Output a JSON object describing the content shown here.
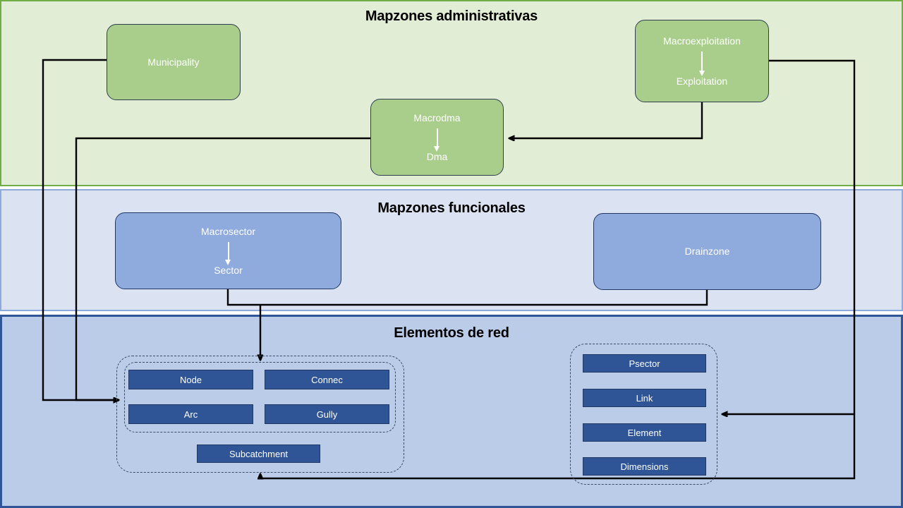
{
  "bands": [
    {
      "id": "admin",
      "title": "Mapzones administrativas",
      "fill": "#E2EDD5",
      "stroke": "#70AD47"
    },
    {
      "id": "func",
      "title": "Mapzones funcionales",
      "fill": "#DBE3F3",
      "stroke": "#8EAADB"
    },
    {
      "id": "net",
      "title": "Elementos de red",
      "fill": "#BACCE8",
      "stroke": "#2F5597"
    }
  ],
  "admin": {
    "title": "Mapzones administrativas",
    "boxes": [
      {
        "name": "municipality",
        "top": "Municipality",
        "bottom": "",
        "has_arrow": false
      },
      {
        "name": "macroexploitation",
        "top": "Macroexploitation",
        "bottom": "Exploitation",
        "has_arrow": true
      },
      {
        "name": "macrodma",
        "top": "Macrodma",
        "bottom": "Dma",
        "has_arrow": true
      }
    ]
  },
  "func": {
    "title": "Mapzones funcionales",
    "boxes": [
      {
        "name": "macrosector",
        "top": "Macrosector",
        "bottom": "Sector",
        "has_arrow": true
      },
      {
        "name": "drainzone",
        "top": "Drainzone",
        "bottom": "",
        "has_arrow": false
      }
    ]
  },
  "net": {
    "title": "Elementos de red",
    "left_group": {
      "name": "network-left-group",
      "inner_group_name": "network-core-group",
      "chips": [
        "Node",
        "Connec",
        "Arc",
        "Gully"
      ],
      "outside_chip": "Subcatchment"
    },
    "right_group": {
      "name": "network-right-group",
      "chips": [
        "Psector",
        "Link",
        "Element",
        "Dimensions"
      ]
    }
  },
  "colors": {
    "green_band_fill": "#E2EDD5",
    "green_band_border": "#70AD47",
    "green_node": "#A9CE8B",
    "func_band_fill": "#DBE3F3",
    "func_band_border": "#8EAADB",
    "blue_node": "#8FAADC",
    "net_band_fill": "#BACCE8",
    "net_band_border": "#2F5597",
    "chip_fill": "#2F5597",
    "wire": "#000000",
    "text_on_node": "#FFFFFF",
    "title_text": "#000000"
  }
}
